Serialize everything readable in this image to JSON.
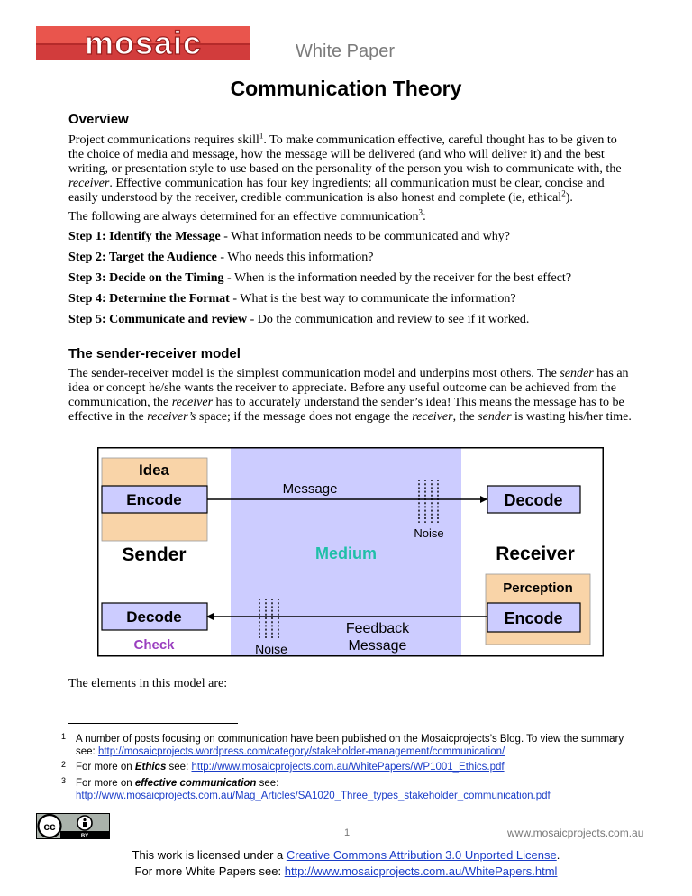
{
  "header": {
    "logo_text": "mosaic",
    "doc_type": "White Paper",
    "title": "Communication Theory"
  },
  "overview": {
    "heading": "Overview",
    "p1_a": "Project communications requires skill",
    "p1_sup": "1",
    "p1_b": ". To make communication effective, careful thought has to be given to the choice of media and message, how the message will be delivered (and who will deliver it) and the best writing, or presentation style to use based on the personality of the person you wish to communicate with, the ",
    "p1_receiver": "receiver",
    "p1_c": ". Effective communication has four key ingredients; all communication must be clear, concise and easily understood by the receiver, credible communication is also honest and complete (ie, ethical",
    "p1_sup2": "2",
    "p1_d": ").",
    "p2": "The following are always determined for an effective communication",
    "p2_sup": "3",
    "p2_end": ":",
    "steps": [
      {
        "label": "Step 1: Identify the Message",
        "text": " - What information needs to be communicated and why?"
      },
      {
        "label": "Step 2: Target the Audience",
        "text": " - Who needs this information?"
      },
      {
        "label": "Step 3: Decide on the Timing",
        "text": " - When is the information needed by the receiver for the best effect?"
      },
      {
        "label": "Step 4: Determine the Format",
        "text": " - What is the best way to communicate the information?"
      },
      {
        "label": "Step 5: Communicate and review",
        "text": " - Do the communication and review to see if it worked."
      }
    ]
  },
  "model": {
    "heading": "The sender-receiver model",
    "p_a": "The sender-receiver model is the simplest communication model and underpins most others. The ",
    "p_sender": "sender",
    "p_b": " has an idea or concept he/she wants the receiver to appreciate. Before any useful outcome can be achieved from the communication, the ",
    "p_receiver": "receiver",
    "p_c": " has to accurately understand the sender’s idea! This means the message has to be effective in the ",
    "p_receivers": "receiver’s",
    "p_d": " space; if the message does not engage the ",
    "p_receiver2": "receiver",
    "p_e": ", the ",
    "p_sender2": "sender",
    "p_f": " is wasting his/her time.",
    "after": "The elements in this model are:"
  },
  "diagram": {
    "idea": "Idea",
    "encode_sender": "Encode",
    "message": "Message",
    "decode_receiver": "Decode",
    "noise_top": "Noise",
    "sender": "Sender",
    "medium": "Medium",
    "receiver": "Receiver",
    "perception": "Perception",
    "decode_sender": "Decode",
    "check": "Check",
    "noise_bottom": "Noise",
    "feedback_line1": "Feedback",
    "feedback_line2": "Message",
    "encode_receiver": "Encode",
    "colors": {
      "medium": "#ccccff",
      "idea_box": "#f9d4a8",
      "medium_text": "#1fbfa8",
      "check_text": "#9a3fbf"
    }
  },
  "footnotes": [
    {
      "num": "1",
      "text": "A number of posts focusing on communication have been published on the Mosaicprojects’s Blog. To view the summary see:  ",
      "link": "http://mosaicprojects.wordpress.com/category/stakeholder-management/communication/"
    },
    {
      "num": "2",
      "pre": "For more on ",
      "em": "Ethics",
      "mid": " see: ",
      "link": "http://www.mosaicprojects.com.au/WhitePapers/WP1001_Ethics.pdf"
    },
    {
      "num": "3",
      "pre": "For more on ",
      "em": "effective communication",
      "mid": " see:",
      "link": "http://www.mosaicprojects.com.au/Mag_Articles/SA1020_Three_types_stakeholder_communication.pdf"
    }
  ],
  "footer": {
    "cc_text": "cc",
    "by_text": "BY",
    "page_number": "1",
    "site": "www.mosaicprojects.com.au",
    "license_pre": "This work is licensed under a ",
    "license_link": "Creative Commons Attribution 3.0 Unported License",
    "license_post": ".",
    "more_pre": "For more White Papers see: ",
    "more_link": "http://www.mosaicprojects.com.au/WhitePapers.html"
  }
}
